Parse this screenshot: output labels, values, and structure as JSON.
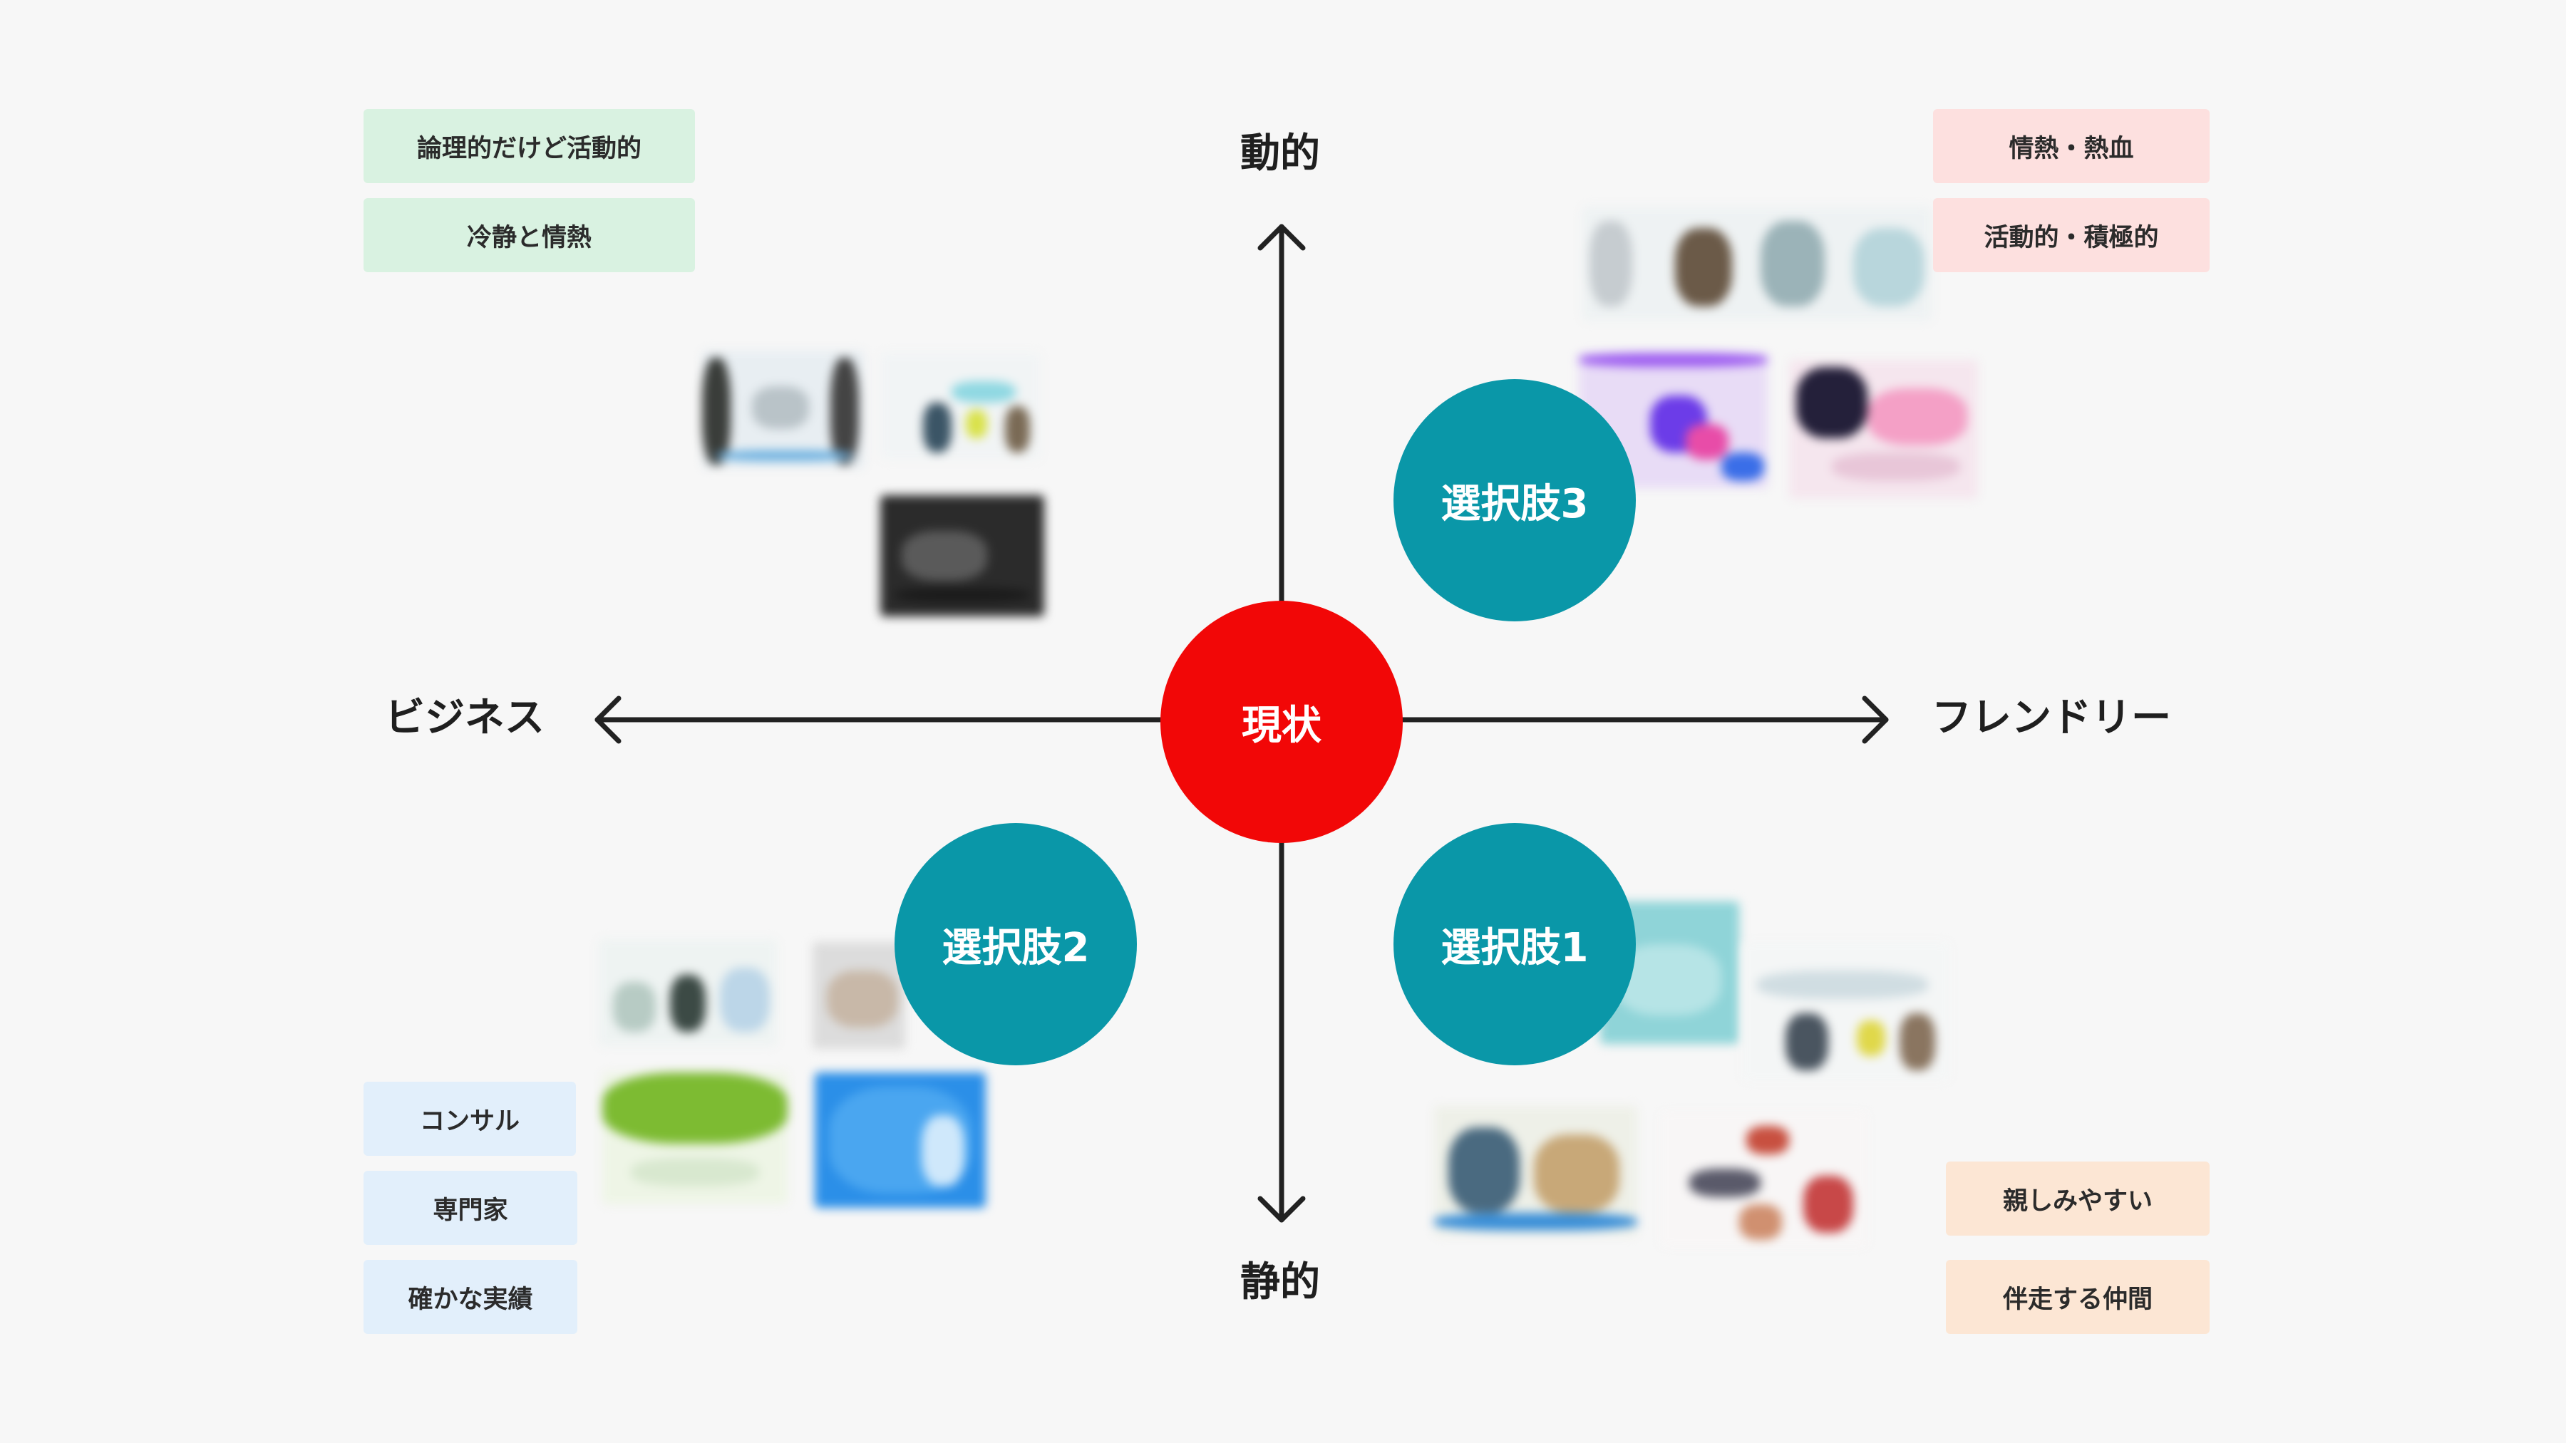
{
  "axes": {
    "top": "動的",
    "bottom": "静的",
    "left": "ビジネス",
    "right": "フレンドリー"
  },
  "center": {
    "label": "現状",
    "color": "#f20707"
  },
  "options": [
    {
      "label": "選択肢3",
      "quadrant": "top-right",
      "color": "#0a97a8"
    },
    {
      "label": "選択肢2",
      "quadrant": "bottom-left",
      "color": "#0a97a8"
    },
    {
      "label": "選択肢1",
      "quadrant": "bottom-right",
      "color": "#0a97a8"
    }
  ],
  "tags": {
    "top_left": [
      "論理的だけど活動的",
      "冷静と情熱"
    ],
    "top_right": [
      "情熱・熱血",
      "活動的・積極的"
    ],
    "bottom_left": [
      "コンサル",
      "専門家",
      "確かな実績"
    ],
    "bottom_right": [
      "親しみやすい",
      "伴走する仲間"
    ]
  },
  "tag_colors": {
    "top_left": "#d9f2e1",
    "top_right": "#fde0df",
    "bottom_left": "#e2effb",
    "bottom_right": "#fce6d4"
  }
}
